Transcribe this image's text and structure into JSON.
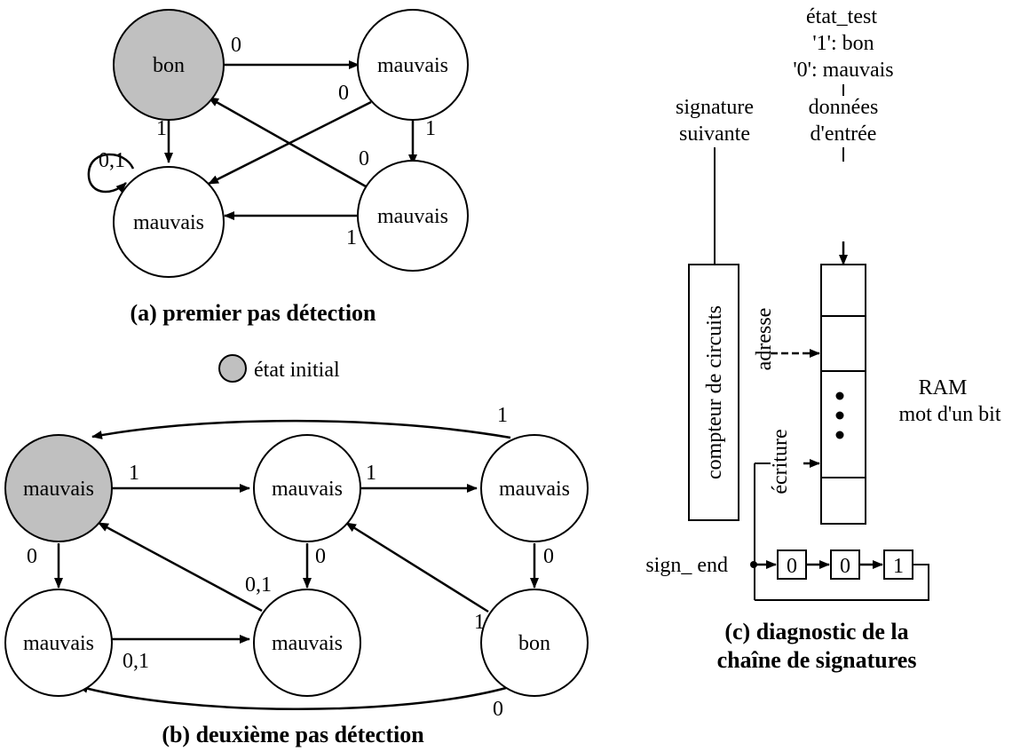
{
  "colors": {
    "initial": "#c0c0c0",
    "normal": "#ffffff",
    "line": "#000000"
  },
  "panel_a": {
    "caption": "(a) premier pas détection",
    "nodes": {
      "n1": "bon",
      "n2": "mauvais",
      "n3": "mauvais",
      "n4": "mauvais"
    },
    "edge_labels": {
      "e12": "0",
      "e13": "1",
      "e_loop": "0,1",
      "e24": "1",
      "e23": "0",
      "e41": "0",
      "e43": "1"
    }
  },
  "legend": {
    "text": "état initial"
  },
  "panel_b": {
    "caption": "(b) deuxième pas détection",
    "nodes": {
      "m1": "mauvais",
      "m2": "mauvais",
      "m3": "mauvais",
      "m4": "mauvais",
      "m5": "mauvais",
      "m6": "bon"
    },
    "edge_labels": {
      "e12": "1",
      "e23": "1",
      "e31": "1",
      "e14": "0",
      "e25": "0",
      "e36": "0",
      "e51": "0,1",
      "e45": "0,1",
      "e62": "1",
      "e64": "0"
    }
  },
  "panel_c": {
    "caption_line1": "(c) diagnostic de la",
    "caption_line2": "chaîne de signatures",
    "etat_test": "état_test",
    "bon_code": "'1': bon",
    "mauvais_code": "'0': mauvais",
    "donnees_1": "données",
    "donnees_2": "d'entrée",
    "signature_1": "signature",
    "signature_2": "suivante",
    "counter": "compteur de circuits",
    "adresse": "adresse",
    "ecriture": "écriture",
    "ram_1": "RAM",
    "ram_2": "mot d'un bit",
    "sign_end": "sign_ end",
    "shift_bits": [
      "0",
      "0",
      "1"
    ]
  }
}
